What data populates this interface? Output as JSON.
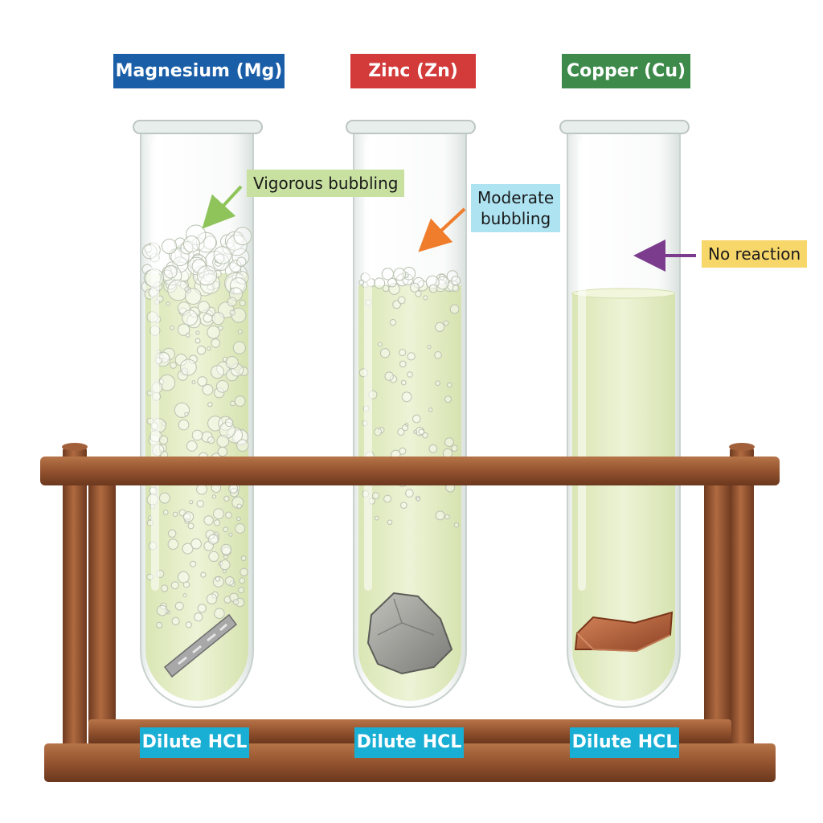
{
  "metals": [
    {
      "label": "Magnesium (Mg)",
      "color": "#1a5ea8"
    },
    {
      "label": "Zinc (Zn)",
      "color": "#d33b3b"
    },
    {
      "label": "Copper (Cu)",
      "color": "#3d8a4a"
    }
  ],
  "observations": [
    {
      "label": "Vigorous bubbling",
      "background": "#c8e0a0",
      "arrow_color": "#8ec45a"
    },
    {
      "label_line1": "Moderate",
      "label_line2": "bubbling",
      "background": "#aee3f2",
      "arrow_color": "#f07d2c"
    },
    {
      "label": "No reaction",
      "background": "#f7d66a",
      "arrow_color": "#7b3c8e"
    }
  ],
  "acid_labels": [
    "Dilute HCL",
    "Dilute HCL",
    "Dilute HCL"
  ],
  "colors": {
    "rack_wood": "#8b4a2b",
    "rack_highlight": "#b06a40",
    "solution": "#e6efc8",
    "glass": "#f3f6f4",
    "zinc": "#9a9a96",
    "copper": "#b5613a",
    "magnesium_ribbon": "#a8a8a8"
  }
}
